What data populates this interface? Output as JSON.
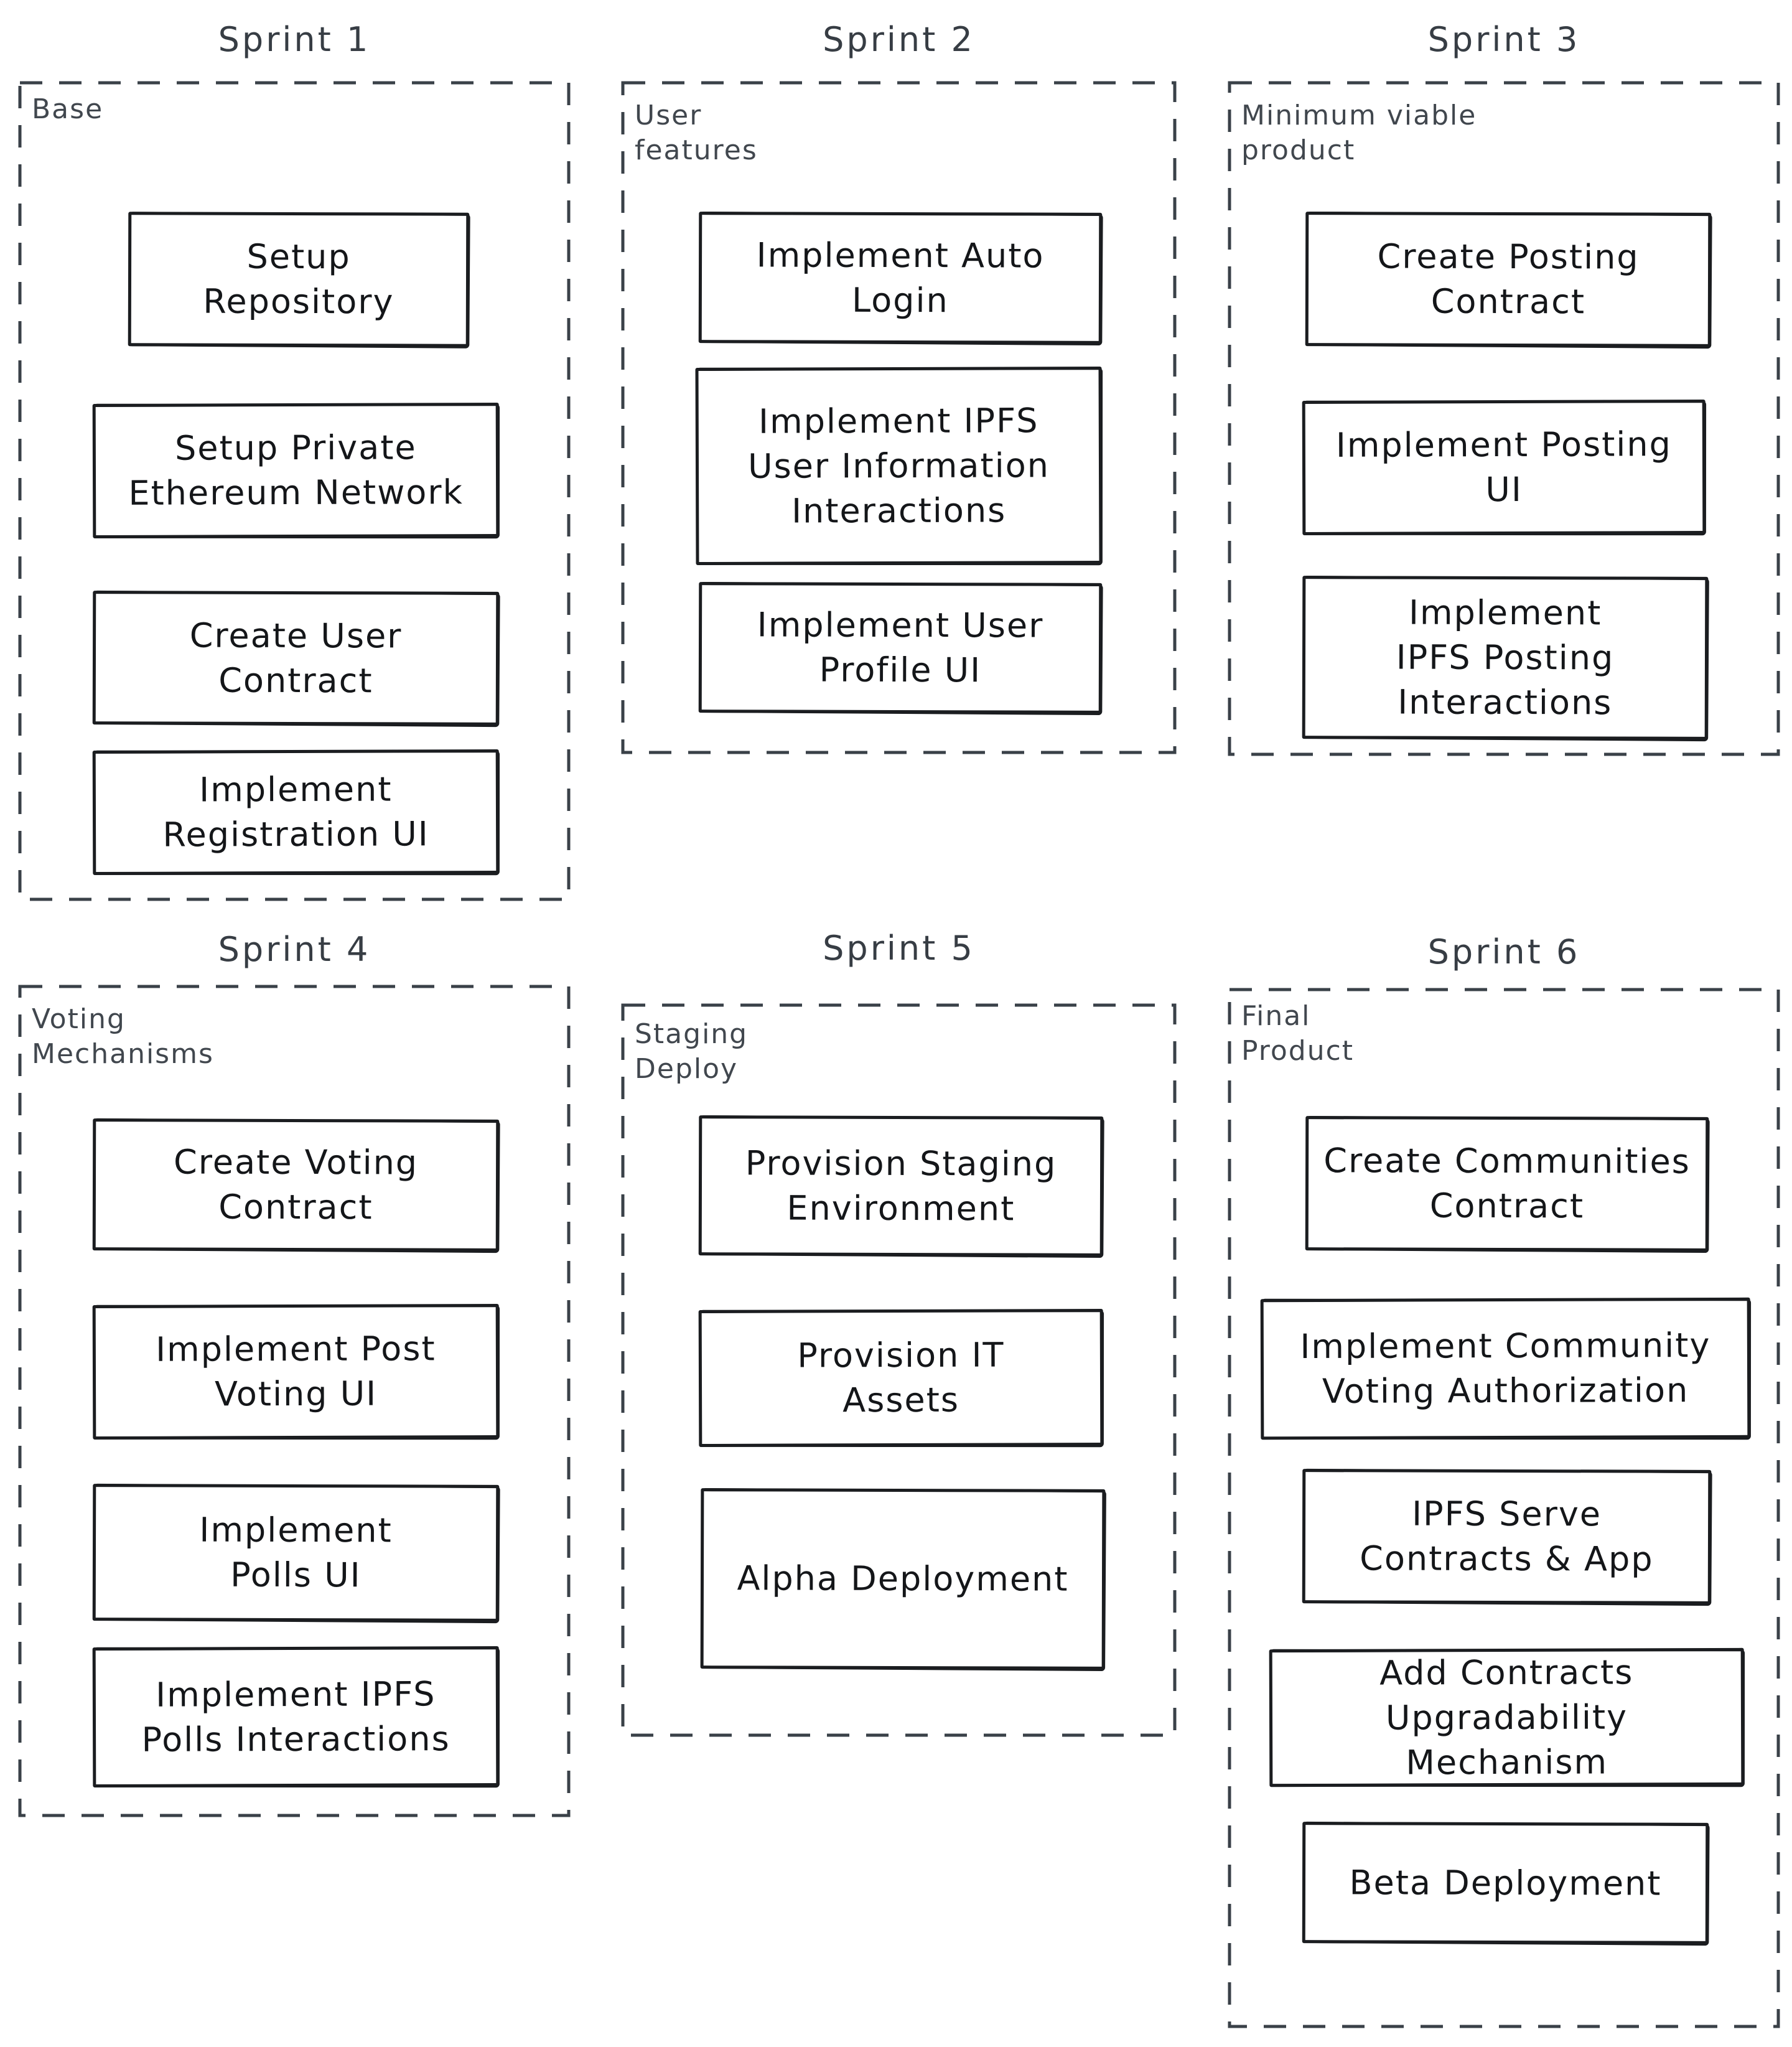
{
  "diagram": {
    "sprints": [
      {
        "title": "Sprint 1",
        "label": "Base",
        "tasks": [
          "Setup\nRepository",
          "Setup Private\nEthereum Network",
          "Create User\nContract",
          "Implement\nRegistration UI"
        ]
      },
      {
        "title": "Sprint 2",
        "label": "User\nfeatures",
        "tasks": [
          "Implement Auto\nLogin",
          "Implement IPFS\nUser Information\nInteractions",
          "Implement User\nProfile UI"
        ]
      },
      {
        "title": "Sprint 3",
        "label": "Minimum viable\nproduct",
        "tasks": [
          "Create Posting\nContract",
          "Implement Posting\nUI",
          "Implement\nIPFS Posting\nInteractions"
        ]
      },
      {
        "title": "Sprint 4",
        "label": "Voting\nMechanisms",
        "tasks": [
          "Create Voting\nContract",
          "Implement Post\nVoting UI",
          "Implement\nPolls UI",
          "Implement IPFS\nPolls Interactions"
        ]
      },
      {
        "title": "Sprint 5",
        "label": "Staging\nDeploy",
        "tasks": [
          "Provision Staging\nEnvironment",
          "Provision IT\nAssets",
          "Alpha Deployment"
        ]
      },
      {
        "title": "Sprint 6",
        "label": "Final\nProduct",
        "tasks": [
          "Create Communities\nContract",
          "Implement Community\nVoting Authorization",
          "IPFS Serve\nContracts & App",
          "Add Contracts\nUpgradability Mechanism",
          "Beta Deployment"
        ]
      }
    ]
  }
}
